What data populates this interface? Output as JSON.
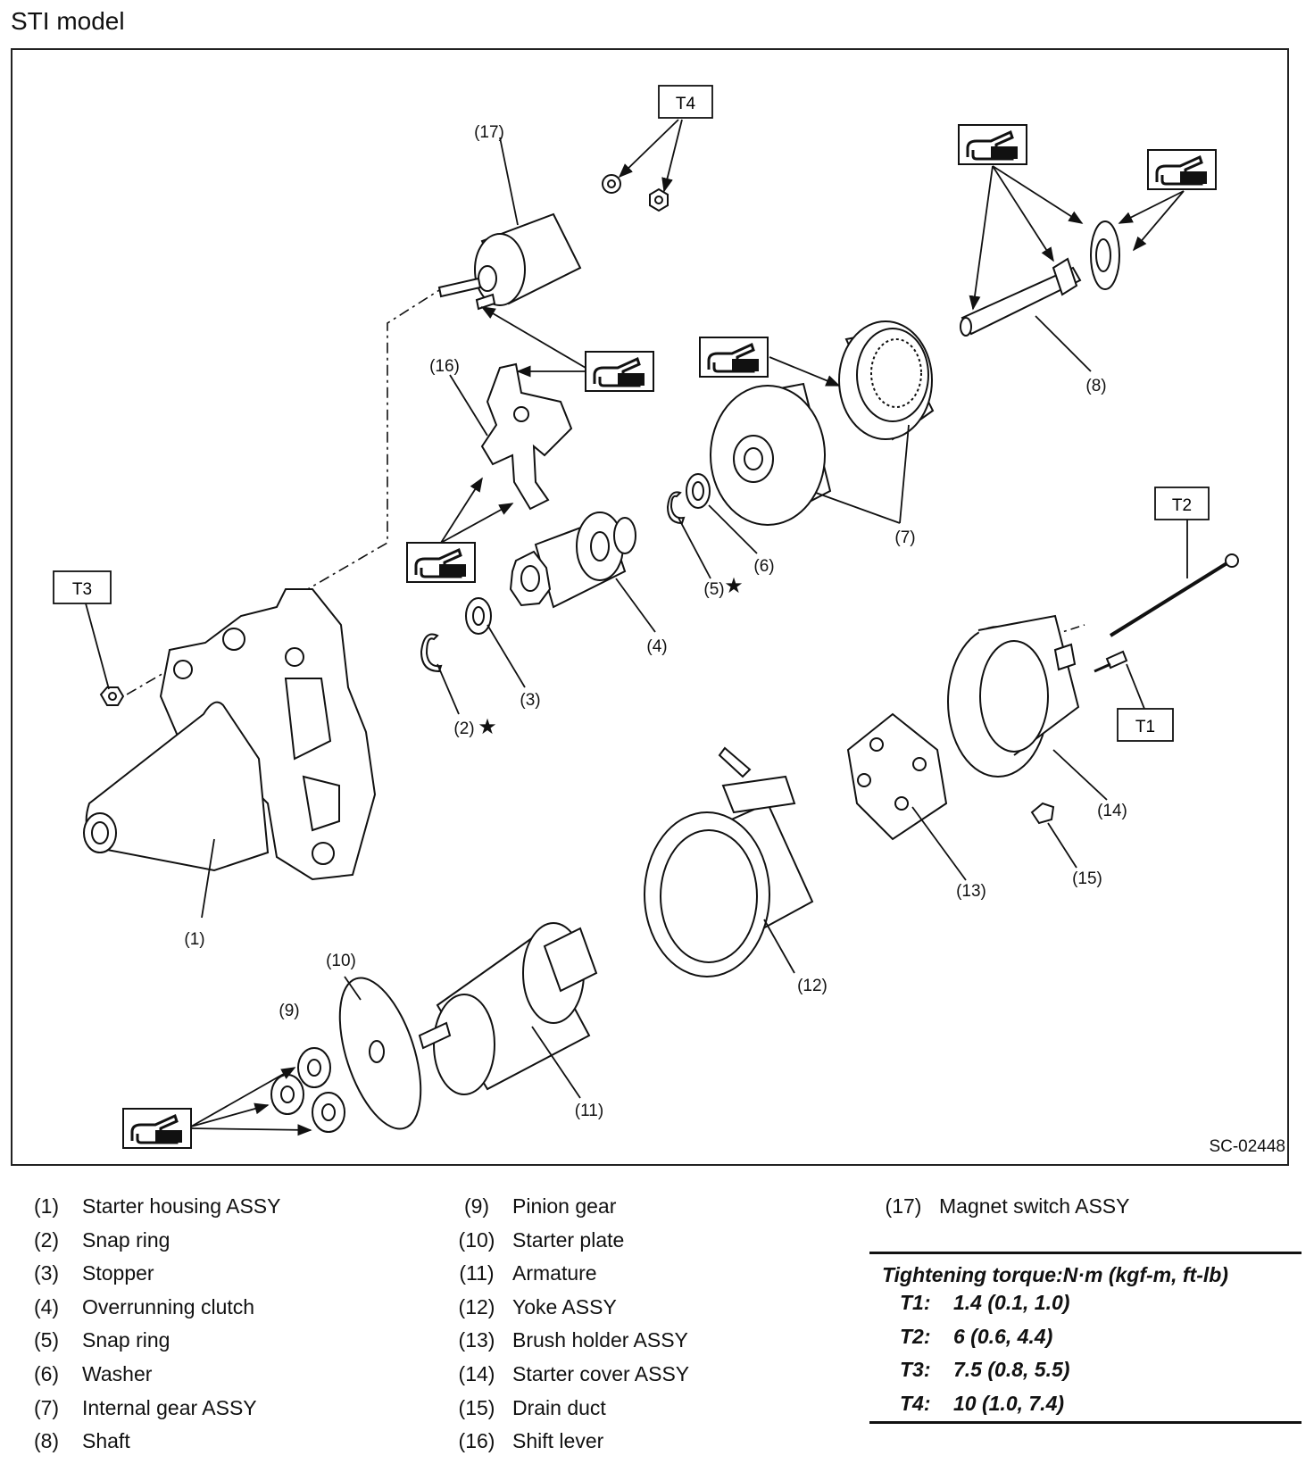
{
  "page": {
    "title": "STI model",
    "figure_code": "SC-02448"
  },
  "callouts": {
    "c1": "(1)",
    "c2": "(2)",
    "c3": "(3)",
    "c4": "(4)",
    "c5": "(5)",
    "c6": "(6)",
    "c7": "(7)",
    "c8": "(8)",
    "c9": "(9)",
    "c10": "(10)",
    "c11": "(11)",
    "c12": "(12)",
    "c13": "(13)",
    "c14": "(14)",
    "c15": "(15)",
    "c16": "(16)",
    "c17": "(17)",
    "star": "★"
  },
  "torque_tags": {
    "t1": "T1",
    "t2": "T2",
    "t3": "T3",
    "t4": "T4"
  },
  "icons": {
    "grease": "grease-application-icon",
    "star": "star-icon"
  },
  "legend": [
    {
      "num": "(1)",
      "name": "Starter housing ASSY"
    },
    {
      "num": "(2)",
      "name": "Snap ring"
    },
    {
      "num": "(3)",
      "name": "Stopper"
    },
    {
      "num": "(4)",
      "name": "Overrunning clutch"
    },
    {
      "num": "(5)",
      "name": "Snap ring"
    },
    {
      "num": "(6)",
      "name": "Washer"
    },
    {
      "num": "(7)",
      "name": "Internal gear ASSY"
    },
    {
      "num": "(8)",
      "name": "Shaft"
    },
    {
      "num": "(9)",
      "name": "Pinion gear"
    },
    {
      "num": "(10)",
      "name": "Starter plate"
    },
    {
      "num": "(11)",
      "name": "Armature"
    },
    {
      "num": "(12)",
      "name": "Yoke ASSY"
    },
    {
      "num": "(13)",
      "name": "Brush holder ASSY"
    },
    {
      "num": "(14)",
      "name": "Starter cover ASSY"
    },
    {
      "num": "(15)",
      "name": "Drain duct"
    },
    {
      "num": "(16)",
      "name": "Shift lever"
    },
    {
      "num": "(17)",
      "name": "Magnet switch ASSY"
    }
  ],
  "torque": {
    "title": "Tightening torque:N·m (kgf-m, ft-lb)",
    "rows": [
      {
        "id": "T1:",
        "value": "1.4 (0.1, 1.0)"
      },
      {
        "id": "T2:",
        "value": "6 (0.6, 4.4)"
      },
      {
        "id": "T3:",
        "value": "7.5 (0.8, 5.5)"
      },
      {
        "id": "T4:",
        "value": "10 (1.0, 7.4)"
      }
    ]
  }
}
